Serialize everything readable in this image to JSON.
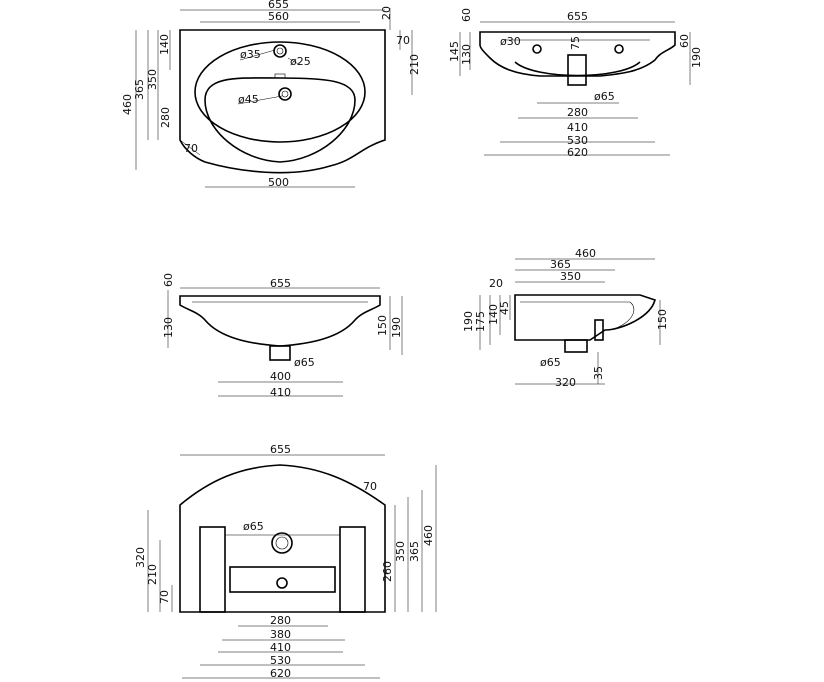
{
  "views": {
    "top": {
      "dims": [
        "655",
        "560",
        "20",
        "70",
        "210",
        "140",
        "365",
        "350",
        "460",
        "280",
        "70",
        "500"
      ],
      "labels": [
        "ø35",
        "ø25",
        "ø45"
      ]
    },
    "front": {
      "dims": [
        "60",
        "655",
        "145",
        "130",
        "75",
        "60",
        "190",
        "280",
        "410",
        "530",
        "620"
      ],
      "labels": [
        "ø30",
        "ø65"
      ]
    },
    "rear": {
      "dims": [
        "60",
        "655",
        "130",
        "150",
        "190",
        "400",
        "410"
      ],
      "labels": [
        "ø65"
      ]
    },
    "side": {
      "dims": [
        "460",
        "365",
        "350",
        "20",
        "190",
        "175",
        "140",
        "45",
        "150",
        "320",
        "35"
      ],
      "labels": [
        "ø65"
      ]
    },
    "bottom": {
      "dims": [
        "655",
        "70",
        "320",
        "210",
        "70",
        "350",
        "365",
        "460",
        "260",
        "280",
        "380",
        "410",
        "530",
        "620"
      ],
      "labels": [
        "ø65"
      ]
    }
  }
}
